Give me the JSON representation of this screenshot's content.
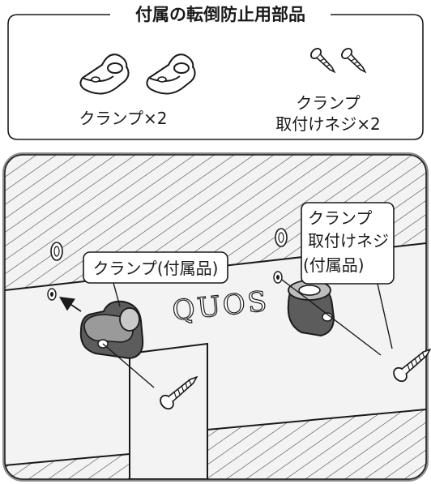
{
  "parts_box": {
    "title": "付属の転倒防止用部品",
    "clamp_label": "クランプ×2",
    "screw_label_line1": "クランプ",
    "screw_label_line2": "取付けネジ×2"
  },
  "illustration": {
    "logo_text": "QUOS",
    "callout_clamp": "クランプ(付属品)",
    "callout_screw_line1": "クランプ",
    "callout_screw_line2": "取付けネジ",
    "callout_screw_line3": "(付属品)"
  },
  "colors": {
    "stroke": "#1a1a1a",
    "panel_bg": "#f2f2f2",
    "frame": "#7f7f7f",
    "clamp_dark": "#5c5c5c",
    "clamp_mid": "#8a8a8a",
    "clamp_light": "#bdbdbd"
  }
}
